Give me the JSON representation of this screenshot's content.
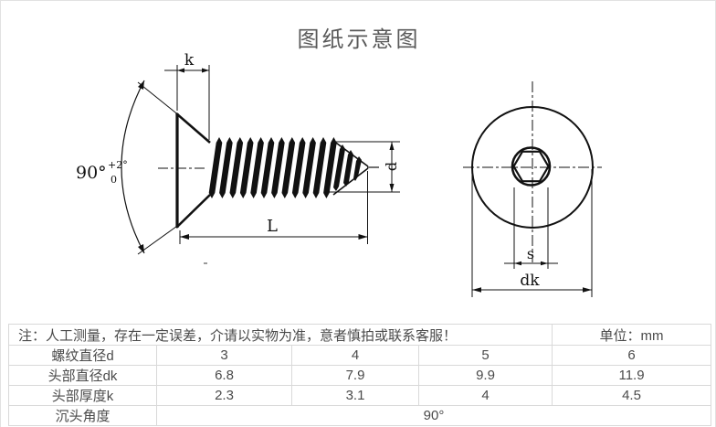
{
  "page": {
    "title": "图纸示意图"
  },
  "drawing": {
    "side_view": {
      "k_label": "k",
      "l_label": "L",
      "d_label": "d",
      "angle_main": "90°",
      "angle_tol_plus": "+2°",
      "angle_tol_zero": "0"
    },
    "front_view": {
      "s_label": "s",
      "dk_label": "dk"
    }
  },
  "table": {
    "note": "注：人工测量，存在一定误差，介请以实物为准，意者慎拍或联系客服！",
    "unit": "单位：mm",
    "rows": [
      {
        "label": "螺纹直径d",
        "values": [
          "3",
          "4",
          "5",
          "6"
        ]
      },
      {
        "label": "头部直径dk",
        "values": [
          "6.8",
          "7.9",
          "9.9",
          "11.9"
        ]
      },
      {
        "label": "头部厚度k",
        "values": [
          "2.3",
          "3.1",
          "4",
          "4.5"
        ]
      },
      {
        "label": "沉头角度",
        "span_value": "90°"
      }
    ]
  },
  "colors": {
    "line": "#111111",
    "table_border": "#d9d9d9",
    "text": "#4a4a4a",
    "title_text": "#595959"
  }
}
